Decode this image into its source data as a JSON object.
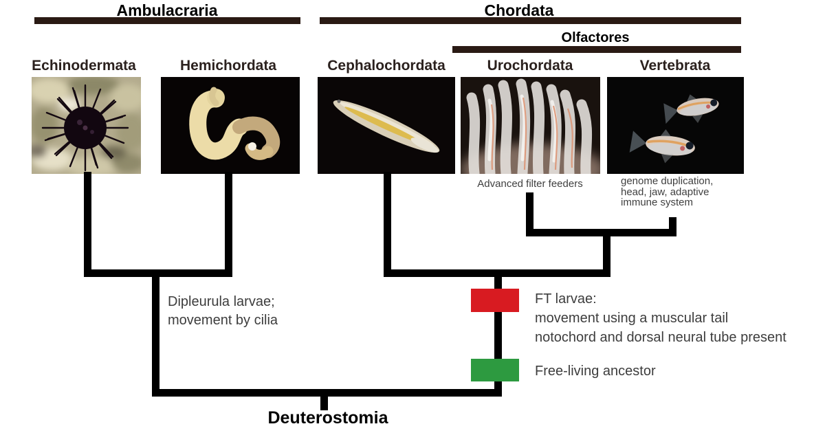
{
  "clades": {
    "ambulacraria": "Ambulacraria",
    "chordata": "Chordata",
    "olfactores": "Olfactores",
    "deuterostomia": "Deuterostomia"
  },
  "taxa": [
    {
      "name": "Echinodermata",
      "image": "sea-urchin-photo"
    },
    {
      "name": "Hemichordata",
      "image": "acorn-worm-photo"
    },
    {
      "name": "Cephalochordata",
      "image": "lancelet-photo"
    },
    {
      "name": "Urochordata",
      "image": "tunicate-colony-photo",
      "note": "Advanced filter feeders"
    },
    {
      "name": "Vertebrata",
      "image": "medaka-fish-photo",
      "note_lines": [
        "genome duplication,",
        "head, jaw, adaptive",
        "immune system"
      ]
    }
  ],
  "annotations": {
    "ambulacraria_branch": [
      "Dipleurula larvae;",
      "movement by cilia"
    ],
    "chordata_branch": [
      "FT larvae:",
      "movement using a muscular tail",
      "notochord and dorsal neural tube present"
    ],
    "ancestor": "Free-living ancestor"
  },
  "markers": {
    "ft_larvae_color": "#d81b21",
    "free_living_color": "#2d9a40"
  },
  "colors": {
    "clade_bar": "#2a1a14",
    "tree_line": "#000000",
    "label_text": "#2b211e",
    "note_text": "#3d3d3d"
  },
  "phylogeny": {
    "root": "Deuterostomia",
    "groups": {
      "Ambulacraria": [
        "Echinodermata",
        "Hemichordata"
      ],
      "Chordata": [
        "Cephalochordata",
        "Olfactores"
      ],
      "Olfactores": [
        "Urochordata",
        "Vertebrata"
      ]
    }
  }
}
